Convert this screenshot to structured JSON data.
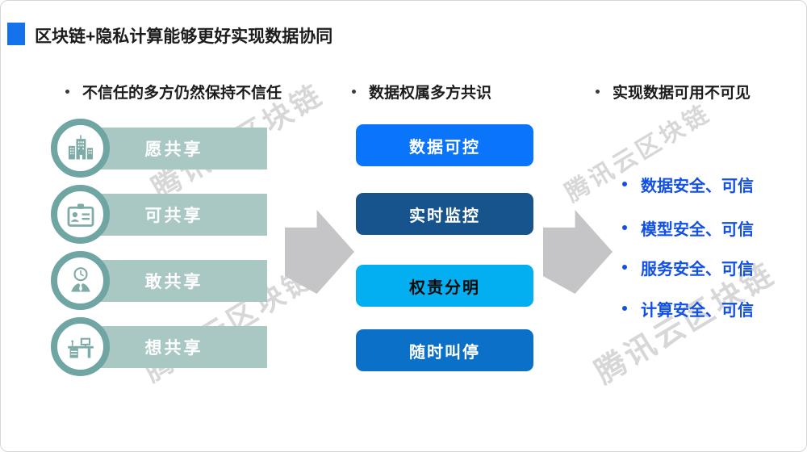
{
  "title": {
    "text": "区块链+隐私计算能够更好实现数据协同"
  },
  "watermark": {
    "text": "腾讯云区块链"
  },
  "columns": {
    "left": {
      "header": "不信任的多方仍然保持不信任",
      "rows": [
        {
          "icon": "city-buildings-icon",
          "label": "愿共享"
        },
        {
          "icon": "id-badge-icon",
          "label": "可共享"
        },
        {
          "icon": "person-globe-icon",
          "label": "敢共享"
        },
        {
          "icon": "desk-icon",
          "label": "想共享"
        }
      ]
    },
    "middle": {
      "header": "数据权属多方共识",
      "blocks": [
        {
          "label": "数据可控",
          "bg": "#0A74FB",
          "fg": "#FFFFFF"
        },
        {
          "label": "实时监控",
          "bg": "#17538C",
          "fg": "#FFFFFF"
        },
        {
          "label": "权责分明",
          "bg": "#03AFF0",
          "fg": "#0A0A0A"
        },
        {
          "label": "随时叫停",
          "bg": "#0B71C8",
          "fg": "#FFFFFF"
        }
      ]
    },
    "right": {
      "header": "实现数据可用不可见",
      "items": [
        "数据安全、可信",
        "模型安全、可信",
        "服务安全、可信",
        "计算安全、可信"
      ]
    }
  },
  "colors": {
    "title_marker": "#1472EC",
    "bar_teal": "#A9C8C4",
    "ring_teal": "#6FA5A2",
    "icon_teal": "#7FABA7",
    "arrow_gray": "#C5C5C7",
    "watermark_gray": "#D7D7D7",
    "outcome_blue": "#1150E8",
    "text_dark": "#1C1C1C"
  }
}
